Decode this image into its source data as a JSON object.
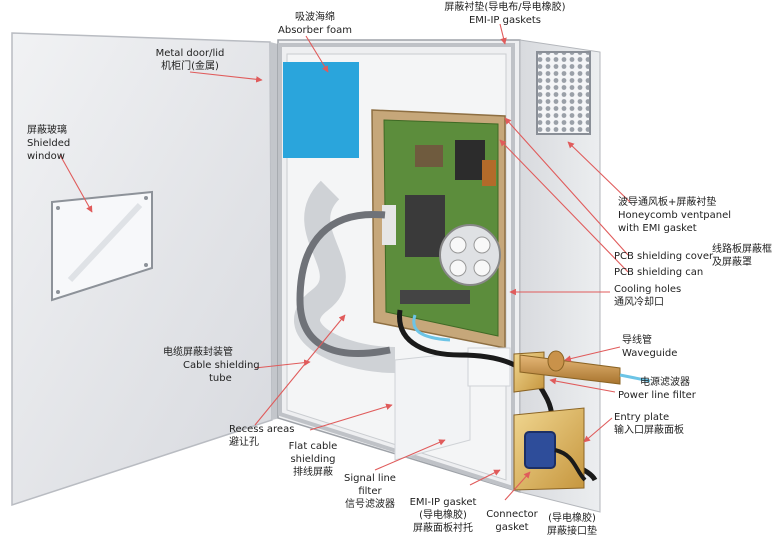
{
  "labels": {
    "absorber_foam": {
      "zh": "吸波海绵",
      "en": "Absorber foam"
    },
    "emi_ip_gaskets_top": {
      "zh": "屏蔽衬垫(导电布/导电橡胶)",
      "en": "EMI-IP gaskets"
    },
    "metal_door": {
      "en": "Metal door/lid",
      "zh": "机柜门(金属)"
    },
    "shielded_window": {
      "zh": "屏蔽玻璃",
      "en1": "Shielded",
      "en2": "window"
    },
    "honeycomb": {
      "zh": "波导通风板+屏蔽衬垫",
      "en1": "Honeycomb ventpanel",
      "en2": "with EMI gasket"
    },
    "pcb_cover": {
      "en": "PCB shielding cover",
      "zh1": "线路板屏蔽框",
      "zh2": "及屏蔽罩"
    },
    "pcb_can": {
      "en": "PCB shielding can"
    },
    "cooling_holes": {
      "en": "Cooling holes",
      "zh": "通风冷却口"
    },
    "waveguide": {
      "zh": "导线管",
      "en": "Waveguide"
    },
    "power_filter": {
      "zh": "电源滤波器",
      "en": "Power line filter"
    },
    "entry_plate": {
      "en": "Entry plate",
      "zh": "输入口屏蔽面板"
    },
    "cable_tube": {
      "zh": "电缆屏蔽封装管",
      "en1": "Cable shielding",
      "en2": "tube"
    },
    "recess": {
      "en": "Recess areas",
      "zh": "避让孔"
    },
    "flat_cable": {
      "en1": "Flat cable",
      "en2": "shielding",
      "zh": "排线屏蔽"
    },
    "signal_filter": {
      "en1": "Signal line",
      "en2": "filter",
      "zh": "信号滤波器"
    },
    "emi_gasket_bottom": {
      "en": "EMI-IP gasket",
      "zh1": "(导电橡胶)",
      "zh2": "屏蔽面板衬托"
    },
    "connector_gasket": {
      "en1": "Connector",
      "en2": "gasket",
      "zh1": "(导电橡胶)",
      "zh2": "屏蔽接口垫"
    }
  },
  "colors": {
    "arrow": "#e05b5b",
    "foam": "#2aa5dc",
    "pcb": "#5a8a3a",
    "cabinet": "#e6e7ea",
    "plate": "#d9b25a"
  }
}
